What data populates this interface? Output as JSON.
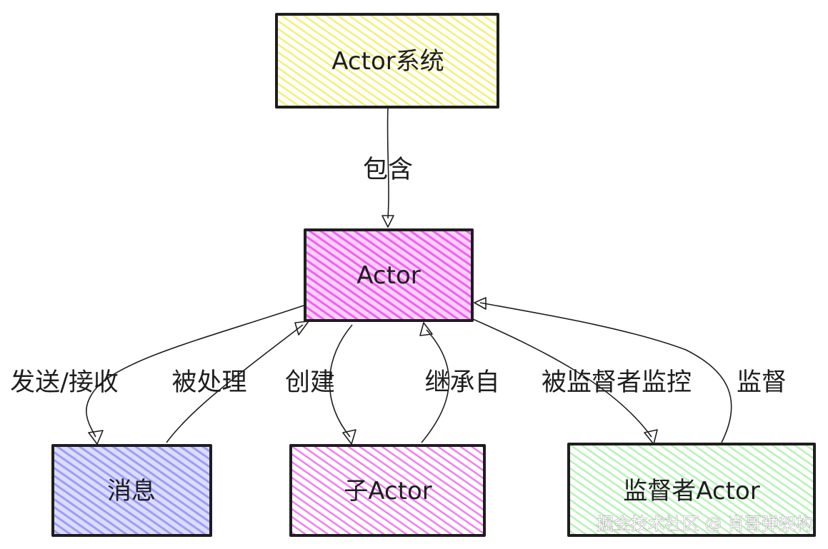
{
  "nodes": {
    "actor_system": {
      "label": "Actor系统",
      "color": "#ffff99"
    },
    "actor": {
      "label": "Actor",
      "color": "#ff66ff"
    },
    "message": {
      "label": "消息",
      "color": "#9999ff"
    },
    "child_actor": {
      "label": "子Actor",
      "color": "#ff66ff"
    },
    "supervisor_actor": {
      "label": "监督者Actor",
      "color": "#99ff99"
    }
  },
  "edges": {
    "contains": {
      "label": "包含"
    },
    "send_receive": {
      "label": "发送/接收"
    },
    "processed_by": {
      "label": "被处理"
    },
    "create": {
      "label": "创建"
    },
    "inherits_from": {
      "label": "继承自"
    },
    "supervised_monitored": {
      "label": "被监督者监控"
    },
    "supervise": {
      "label": "监督"
    }
  },
  "watermark": {
    "text": "掘金技术社区 @ 肖哥弹架构"
  }
}
